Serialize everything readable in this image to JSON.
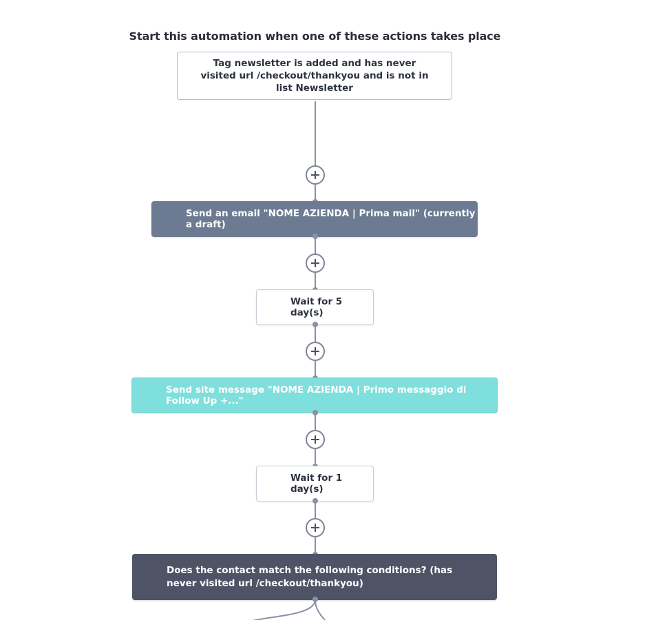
{
  "automation": {
    "start_heading": "Start this automation when one of these actions takes place",
    "trigger": {
      "text": "Tag newsletter is added and has never visited url /checkout/thankyou and is not in list Newsletter"
    },
    "actions": [
      {
        "type": "send-email",
        "label": "Send an email \"NOME AZIENDA | Prima mail\" (currently a draft)",
        "color": "#6c7b91"
      },
      {
        "type": "wait",
        "label": "Wait for 5 day(s)",
        "color": "#ffffff"
      },
      {
        "type": "site-message",
        "label": "Send site message \"NOME AZIENDA | Primo messaggio di Follow Up +...\"",
        "color": "#7fdfdc"
      },
      {
        "type": "wait",
        "label": "Wait for 1 day(s)",
        "color": "#ffffff"
      },
      {
        "type": "condition",
        "label": "Does the contact match the following conditions? (has never visited url /checkout/thankyou)",
        "color": "#4e5466"
      }
    ],
    "add_step_icon": "plus-icon",
    "connector_color": "#8b90a3"
  }
}
